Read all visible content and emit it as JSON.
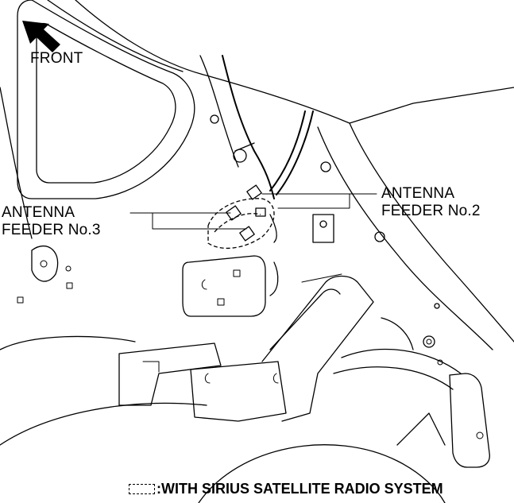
{
  "labels": {
    "front": "FRONT",
    "antenna_feeder_3": [
      "ANTENNA",
      "FEEDER No.3"
    ],
    "antenna_feeder_2": [
      "ANTENNA",
      "FEEDER No.2"
    ]
  },
  "legend": {
    "text": ":WITH SIRIUS SATELLITE RADIO SYSTEM",
    "symbol": "dashed-box"
  },
  "icons": {
    "direction_arrow": "arrow-up-left-icon"
  }
}
